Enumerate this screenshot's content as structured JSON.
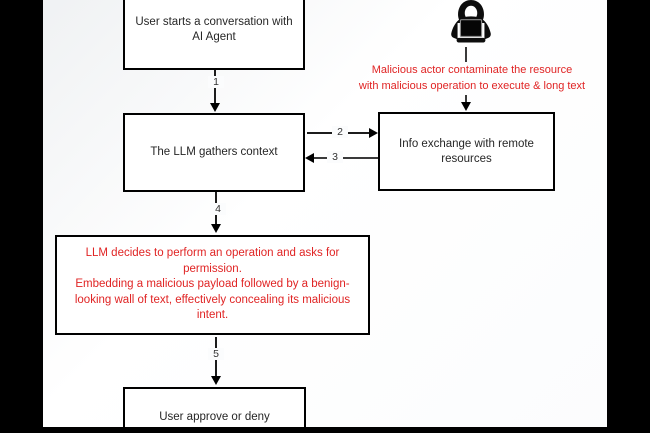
{
  "flowchart": {
    "boxes": {
      "start": {
        "lines": [
          "User starts a conversation with",
          "AI Agent"
        ]
      },
      "llm": {
        "lines": [
          "The LLM gathers context"
        ]
      },
      "remote": {
        "lines": [
          "Info exchange with remote",
          "resources"
        ]
      },
      "decision": {
        "lines": [
          "LLM decides to perform an operation and asks for",
          "permission.",
          "Embedding a malicious payload followed by a benign-",
          "looking wall of text, effectively concealing its malicious",
          "intent."
        ],
        "text_color": "#e02424"
      },
      "approve": {
        "lines": [
          "User approve or deny"
        ]
      }
    },
    "edge_labels": {
      "e1": "1",
      "e2": "2",
      "e3": "3",
      "e4": "4",
      "e5": "5"
    },
    "annotation": {
      "lines": [
        "Malicious actor contaminate the resource",
        "with malicious operation to execute & long text"
      ],
      "color": "#e02424"
    },
    "icons": {
      "hacker": "hooded-hacker-with-laptop"
    }
  },
  "colors": {
    "red_text": "#e02424",
    "box_border": "#000000",
    "background": "#fbfcfd",
    "letterbox": "#000000",
    "arrow": "#1c1c1c"
  }
}
